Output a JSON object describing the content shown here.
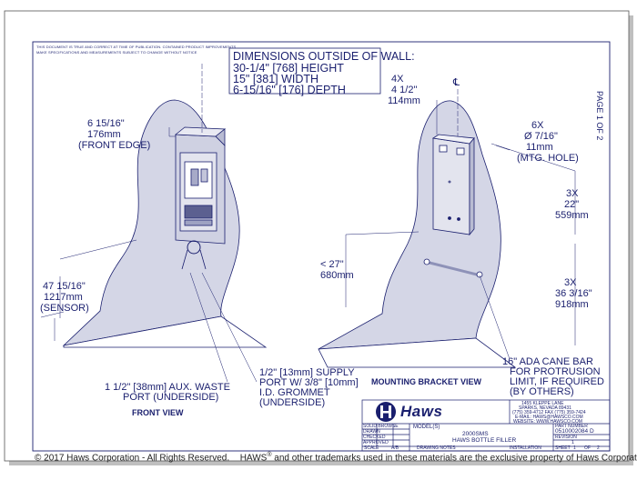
{
  "disclaimer": [
    "THIS DOCUMENT IS TRUE AND CORRECT AT TIME OF PUBLICATION. CONTAINED PRODUCT IMPROVEMENTS",
    "MAKE SPECIFICATIONS AND MEASUREMENTS SUBJECT TO CHANGE WITHOUT NOTICE"
  ],
  "dims_box": {
    "title": "DIMENSIONS OUTSIDE OF WALL:",
    "lines": [
      "30-1/4\" [768] HEIGHT",
      "15\" [381] WIDTH",
      "6-15/16\" [176] DEPTH"
    ]
  },
  "page_label": "PAGE 1 OF 2",
  "front": {
    "depth": [
      "6 15/16\"",
      "176mm",
      "(FRONT EDGE)"
    ],
    "sensor": [
      "47 15/16\"",
      "1217mm",
      "(SENSOR)"
    ],
    "supply": [
      "1/2\" [13mm] SUPPLY",
      "PORT W/ 3/8\" [10mm]",
      "I.D. GROMMET",
      "(UNDERSIDE)"
    ],
    "waste": [
      "1 1/2\" [38mm] AUX. WASTE",
      "PORT (UNDERSIDE)"
    ],
    "label": "FRONT VIEW"
  },
  "bracket": {
    "top_width": [
      "4X",
      "4 1/2\"",
      "114mm"
    ],
    "centerline": "℄",
    "holes": [
      "6X",
      "Ø 7/16\"",
      "11mm",
      "(MTG. HOLE)"
    ],
    "spacing22": [
      "3X",
      "22\"",
      "559mm"
    ],
    "height27": [
      "< 27\"",
      "680mm"
    ],
    "spacing36": [
      "3X",
      "36 3/16\"",
      "918mm"
    ],
    "cane": [
      "16\" ADA CANE BAR",
      "FOR PROTRUSION",
      "LIMIT, IF REQUIRED",
      "(BY OTHERS)"
    ],
    "label": "MOUNTING BRACKET VIEW"
  },
  "title_block": {
    "logo": "Haws",
    "address": [
      "1455 KLEPPE LANE",
      "SPARKS, NEVADA 89431",
      "(775) 359-4712 FAX (775) 359-7424",
      "E-MAIL: HAWS@HAWSCO.COM",
      "WEBSITE: WWW.HAWSCO.COM"
    ],
    "models_label": "MODEL(S)",
    "model": "2000SMS",
    "description": "HAWS BOTTLE FILLER",
    "part_label": "PART NUMBER",
    "part_number": "0510002084 D",
    "revision_label": "REVISION",
    "revision": "1",
    "left_lines": [
      "SOLID BROWSE",
      "DRAWN",
      "CHECKED",
      "APPROVED"
    ],
    "bottom_items": [
      "SCALE",
      "A/B",
      "DRAWING NOTES",
      "INSTALLATION",
      "SHEET",
      "1",
      "OF",
      "2"
    ]
  },
  "footer": {
    "left": "© 2017 Haws Corporation - All Rights Reserved.",
    "brand": "HAWS",
    "reg": "®",
    "right": "and other trademarks used in these materials are the exclusive property of Haws Corporation."
  },
  "colors": {
    "ink": "#1a1f6e",
    "fill": "#d4d6e6",
    "frame": "#33385a"
  }
}
